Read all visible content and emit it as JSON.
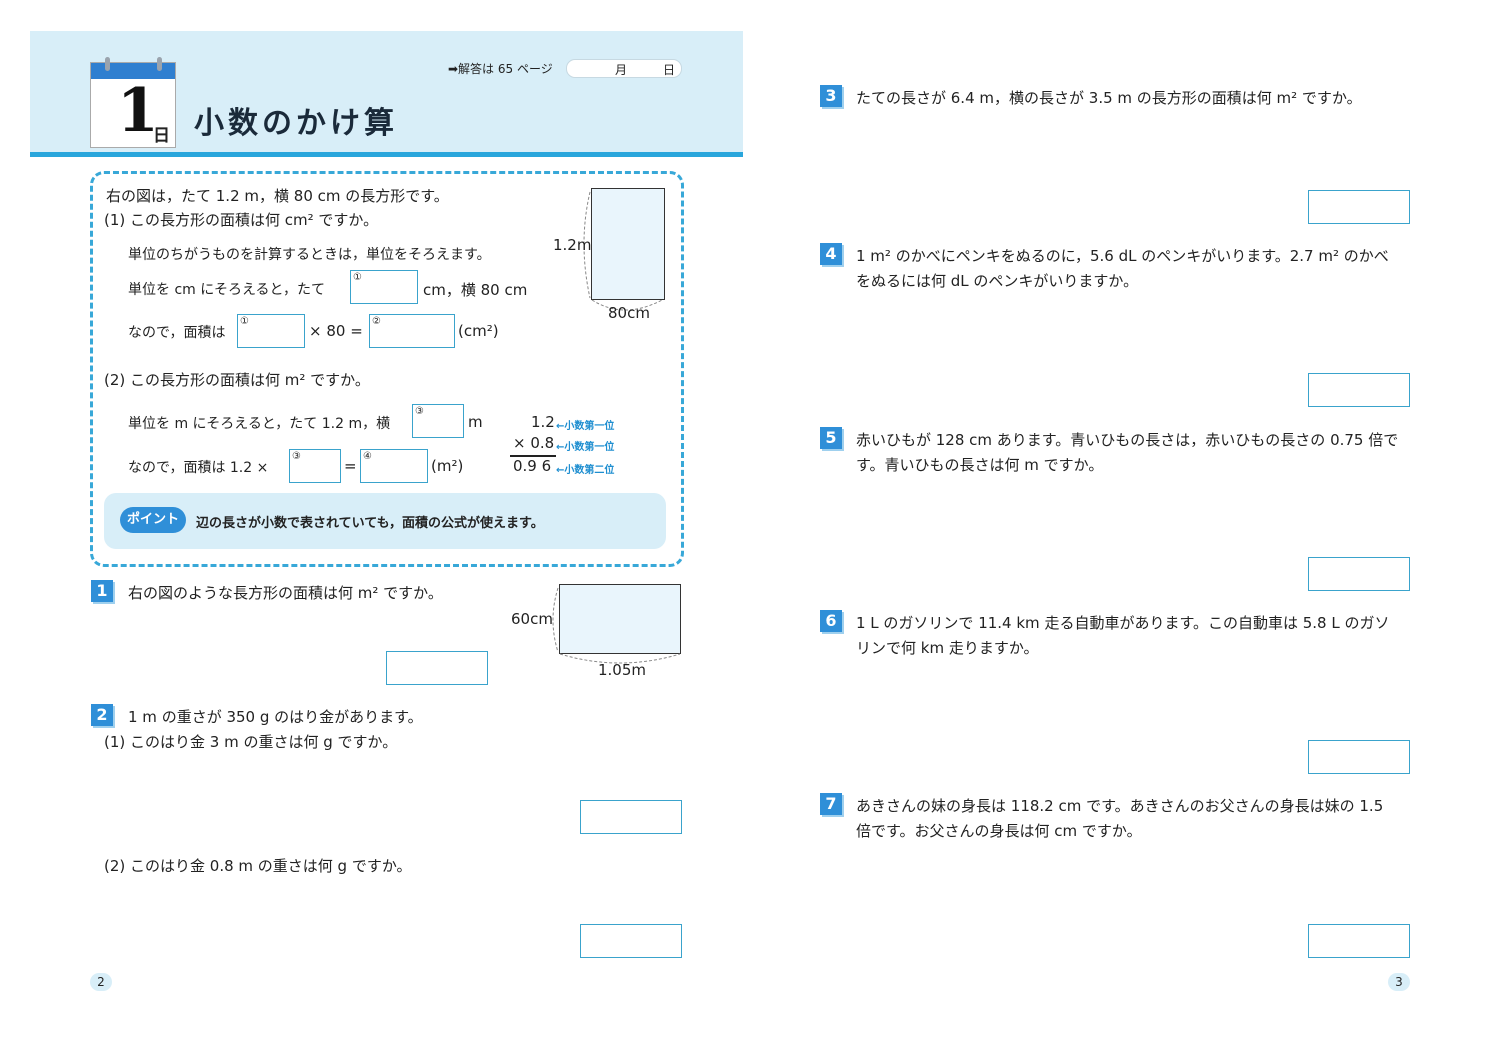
{
  "header": {
    "day_number": "1",
    "day_unit": "日",
    "title": "小数のかけ算",
    "answer_ref": "➡解答は 65 ページ",
    "month_label": "月",
    "day_label": "日"
  },
  "example": {
    "intro": "右の図は，たて 1.2 m，横 80 cm の長方形です。",
    "q1": "(1)  この長方形の面積は何 cm² ですか。",
    "q1_note": "単位のちがうものを計算するときは，単位をそろえます。",
    "q1_line1_a": "単位を cm にそろえると，たて",
    "q1_line1_b": "cm，横 80 cm",
    "q1_line2_a": "なので，面積は",
    "q1_line2_b": "× 80 =",
    "q1_line2_c": "(cm²)",
    "q2": "(2)  この長方形の面積は何 m² ですか。",
    "q2_line1_a": "単位を m にそろえると，たて 1.2 m，横",
    "q2_line1_b": "m",
    "q2_line2_a": "なので，面積は  1.2 ×",
    "q2_line2_b": "=",
    "q2_line2_c": "(m²)",
    "box_marks": [
      "①",
      "①",
      "②",
      "③",
      "③",
      "④"
    ],
    "fig_height": "1.2m",
    "fig_width": "80cm",
    "calc": {
      "row1": "1.2",
      "row2": "× 0.8",
      "row3": "0.9 6",
      "note1": "←小数第一位",
      "note2": "←小数第一位",
      "note3": "←小数第二位"
    },
    "point_label": "ポイント",
    "point_text": "辺の長さが小数で表されていても，面積の公式が使えます。"
  },
  "problems": [
    {
      "num": "1",
      "text": "右の図のような長方形の面積は何 m² ですか。",
      "fig_height": "60cm",
      "fig_width": "1.05m"
    },
    {
      "num": "2",
      "text": "1 m の重さが 350 g のはり金があります。",
      "sub1": "(1)  このはり金 3 m の重さは何 g ですか。",
      "sub2": "(2)  このはり金 0.8 m の重さは何 g ですか。"
    },
    {
      "num": "3",
      "text": "たての長さが 6.4 m，横の長さが 3.5 m の長方形の面積は何 m² ですか。"
    },
    {
      "num": "4",
      "text": "1 m² のかべにペンキをぬるのに，5.6 dL のペンキがいります。2.7 m² のかべ",
      "text2": "をぬるには何 dL のペンキがいりますか。"
    },
    {
      "num": "5",
      "text": "赤いひもが 128 cm あります。青いひもの長さは，赤いひもの長さの 0.75 倍で",
      "text2": "す。青いひもの長さは何 m ですか。"
    },
    {
      "num": "6",
      "text": "1 L のガソリンで 11.4 km 走る自動車があります。この自動車は 5.8 L のガソ",
      "text2": "リンで何 km 走りますか。"
    },
    {
      "num": "7",
      "text": "あきさんの妹の身長は 118.2 cm です。あきさんのお父さんの身長は妹の 1.5",
      "text2": "倍です。お父さんの身長は何 cm ですか。"
    }
  ],
  "page_numbers": {
    "left": "2",
    "right": "3"
  }
}
